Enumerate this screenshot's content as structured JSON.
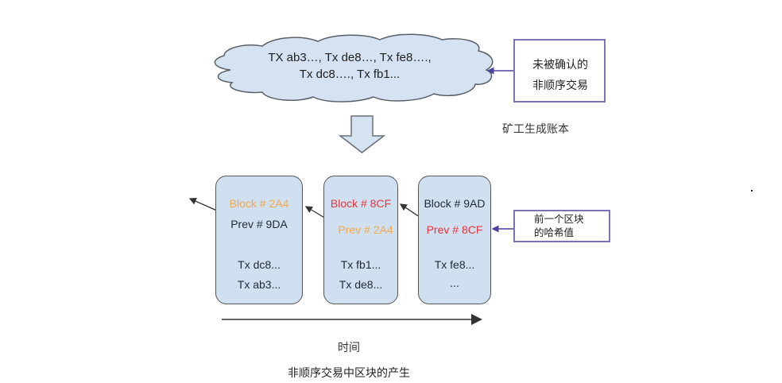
{
  "cloud": {
    "label": "unconfirmed-transaction-pool",
    "line1": "TX ab3…, Tx de8…, Tx fe8….,",
    "line2": "Tx dc8…., Tx fb1..."
  },
  "note_unconfirmed": {
    "line1": "未被确认的",
    "line2": "非顺序交易"
  },
  "miner_label": "矿工生成账本",
  "blocks": [
    {
      "block": "Block # 2A4",
      "prev": "Prev # 9DA",
      "tx1": "Tx dc8...",
      "tx2": "Tx ab3...",
      "block_color": "#f2a84a",
      "prev_color": "#1f2a33"
    },
    {
      "block": "Block # 8CF",
      "prev": "Prev # 2A4",
      "tx1": "Tx fb1...",
      "tx2": "Tx de8...",
      "block_color": "#e8343f",
      "prev_color": "#f2a84a"
    },
    {
      "block": "Block # 9AD",
      "prev": "Prev # 8CF",
      "tx1": "Tx fe8...",
      "tx2": "...",
      "block_color": "#1f2a33",
      "prev_color": "#e8343f"
    }
  ],
  "note_prev_hash": {
    "line1": "前一个区块",
    "line2": "的哈希值"
  },
  "time_label": "时间",
  "caption": "非顺序交易中区块的产生",
  "colors": {
    "block_fill": "#d0e0f0",
    "note_border": "#7b73b6",
    "orange": "#f2a84a",
    "red": "#e8343f"
  }
}
